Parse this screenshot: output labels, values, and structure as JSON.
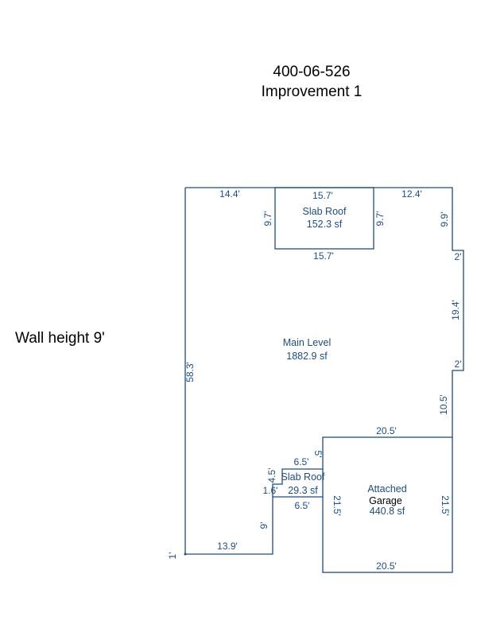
{
  "header": {
    "parcel_id": "400-06-526",
    "improvement": "Improvement 1"
  },
  "wall_height": "Wall height 9'",
  "areas": {
    "main": {
      "name": "Main Level",
      "area": "1882.9 sf"
    },
    "slab_roof_top": {
      "name": "Slab Roof",
      "area": "152.3 sf"
    },
    "slab_roof_small": {
      "name": "Slab Roof",
      "area": "29.3 sf"
    },
    "garage": {
      "name_line1": "Attached",
      "name_line2": "Garage",
      "area": "440.8 sf"
    }
  },
  "dimensions": {
    "top_left": "14.4'",
    "slab_top": "15.7'",
    "top_right": "12.4'",
    "slab_left": "9.7'",
    "slab_right": "9.7'",
    "slab_bottom": "15.7'",
    "right_upper": "9.9'",
    "jog_upper": "2'",
    "right_mid": "19.4'",
    "jog_lower": "2'",
    "right_lower": "10.5'",
    "left_long": "58.3'",
    "garage_top": "20.5'",
    "garage_bottom": "20.5'",
    "garage_left": "21.5'",
    "garage_right": "21.5'",
    "small_slab_top": "6.5'",
    "small_slab_right": "5'",
    "small_slab_left": "4.5'",
    "small_slab_step": "1.6'",
    "small_slab_bottom": "6.5'",
    "lower_left_vert": "9'",
    "bottom_left": "13.9'",
    "corner": "1'"
  }
}
